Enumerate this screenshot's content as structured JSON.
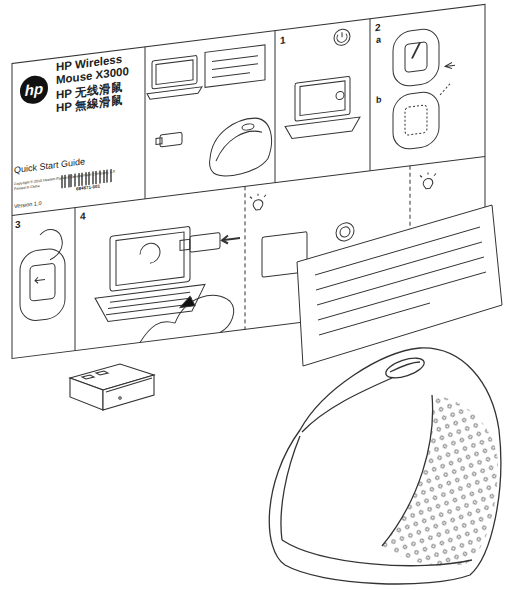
{
  "diagram": {
    "labels": [
      "hp",
      "HP Wireless Mouse X3000",
      "HP 无线滑鼠",
      "HP 無線滑鼠",
      "Quick Start Guide",
      "Copyright © 2010 Hewlett-Packard Development Company, L.P.",
      "Printed in China",
      "684671-001",
      "Version 1.0",
      "1",
      "2",
      "a",
      "b",
      "3",
      "4"
    ]
  }
}
